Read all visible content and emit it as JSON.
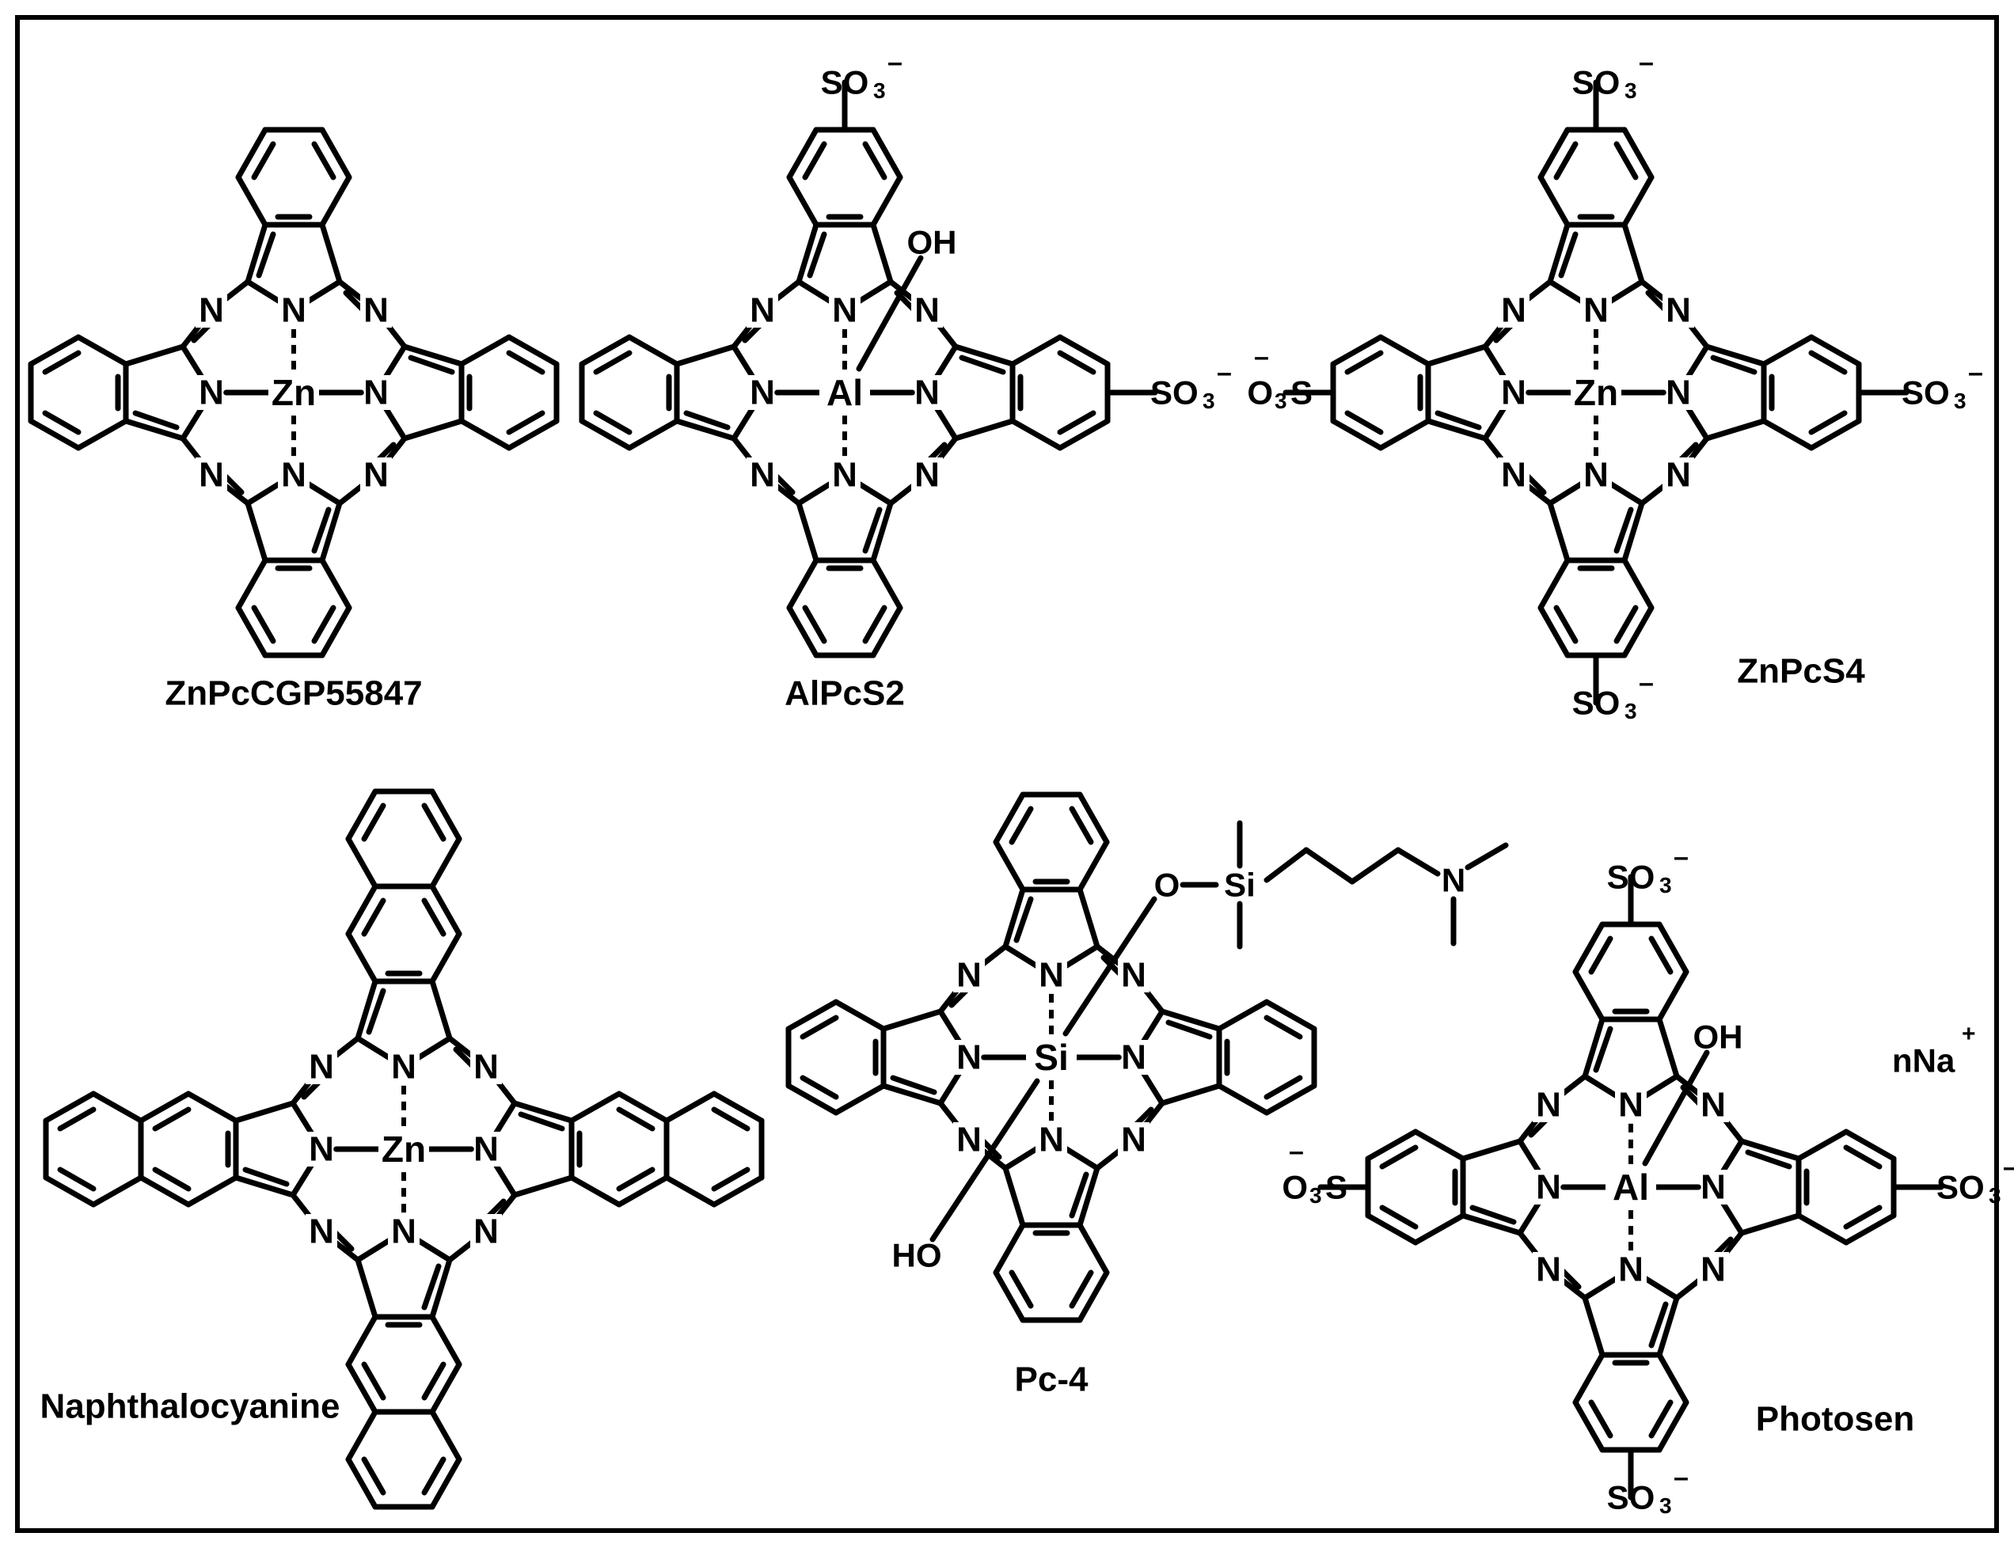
{
  "atoms": {
    "N": "N",
    "Si": "Si",
    "O": "O",
    "OH": "OH",
    "HO": "HO",
    "sulfonate": "SO",
    "sulfonate_subscript": "3",
    "charge": "–",
    "sulfonate_left_O": "O",
    "sulfonate_left_S": "S",
    "sodium": "nNa",
    "sodium_charge": "+"
  },
  "molecules": [
    {
      "id": "zncgp",
      "name": "ZnPcCGP55847",
      "metal": "Zn",
      "rings": "benzo",
      "axial": "none",
      "sulfonates": []
    },
    {
      "id": "alpcs2",
      "name": "AlPcS2",
      "metal": "Al",
      "rings": "benzo",
      "axial": "oh",
      "sulfonates": [
        "top",
        "right"
      ]
    },
    {
      "id": "znpcs4",
      "name": "ZnPcS4",
      "metal": "Zn",
      "rings": "benzo",
      "axial": "none",
      "sulfonates": [
        "top",
        "right",
        "bottom",
        "left"
      ]
    },
    {
      "id": "naph",
      "name": "Naphthalocyanine",
      "metal": "Zn",
      "rings": "naphtho",
      "axial": "none",
      "sulfonates": []
    },
    {
      "id": "pc4",
      "name": "Pc-4",
      "metal": "Si",
      "rings": "benzo",
      "axial": "pc4",
      "sulfonates": []
    },
    {
      "id": "photosen",
      "name": "Photosen",
      "metal": "Al",
      "rings": "benzo",
      "axial": "oh",
      "sulfonates": [
        "top",
        "right",
        "bottom",
        "left"
      ],
      "counterion": true
    }
  ]
}
